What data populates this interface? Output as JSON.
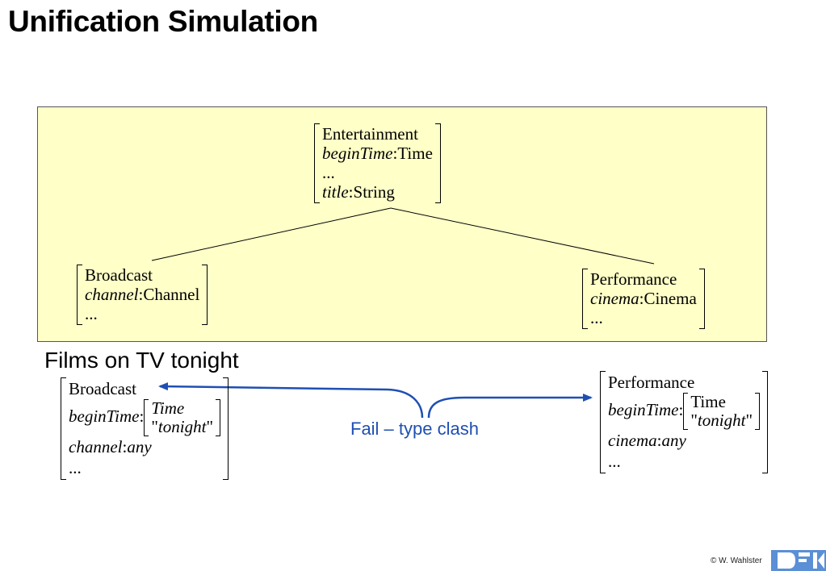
{
  "title": "Unification Simulation",
  "hierarchy": {
    "entertainment": {
      "type": "Entertainment",
      "rows": [
        {
          "attr": "beginTime",
          "value": "Time"
        },
        {
          "attr": "",
          "value": "..."
        },
        {
          "attr": "title",
          "value": "String"
        }
      ]
    },
    "broadcast": {
      "type": "Broadcast",
      "rows": [
        {
          "attr": "channel",
          "value": "Channel"
        },
        {
          "attr": "",
          "value": "..."
        }
      ]
    },
    "performance": {
      "type": "Performance",
      "rows": [
        {
          "attr": "cinema",
          "value": "Cinema"
        },
        {
          "attr": "",
          "value": "..."
        }
      ]
    }
  },
  "query_label": "Films on TV tonight",
  "query_broadcast": {
    "type": "Broadcast",
    "begin_attr": "beginTime",
    "begin_nested_type": "Time",
    "begin_nested_value": "\"tonight\"",
    "channel_attr": "channel",
    "channel_value": "any",
    "ellipsis": "..."
  },
  "query_performance": {
    "type": "Performance",
    "begin_attr": "beginTime",
    "begin_nested_type": "Time",
    "begin_nested_value": "\"tonight\"",
    "cinema_attr": "cinema",
    "cinema_value": "any",
    "ellipsis": "..."
  },
  "fail_label": "Fail – type clash",
  "copyright": "© W. Wahlster",
  "colors": {
    "hierarchy_bg": "#ffffc8",
    "arrow": "#1f4fb3",
    "logo": "#5b8fd6"
  }
}
